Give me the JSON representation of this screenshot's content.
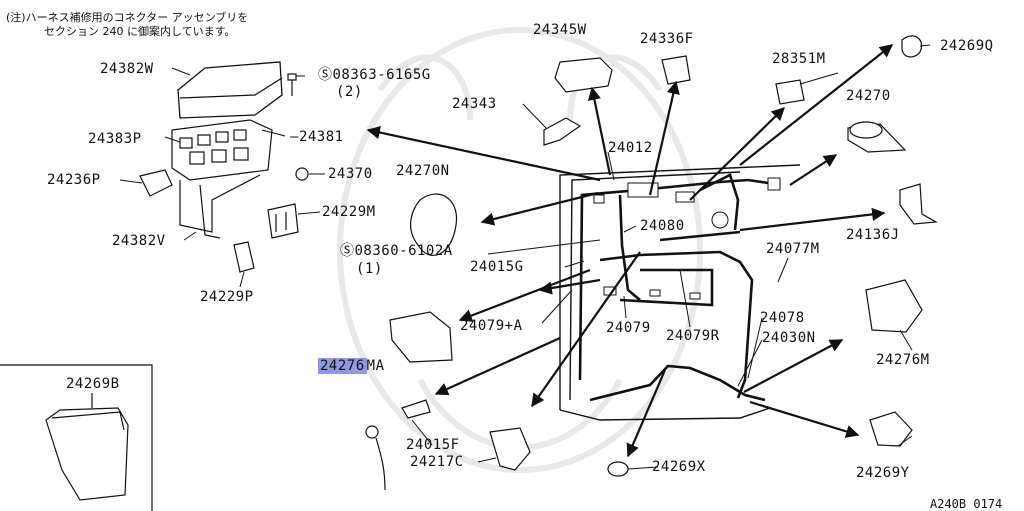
{
  "notes": {
    "line1": "(注)ハーネス補修用のコネクター アッセンブリを",
    "line2": "セクション 240 に御案内しています。"
  },
  "labels": {
    "p24382W": "24382W",
    "s08363": "08363-6165G",
    "s08363_qty": "(2)",
    "p24381": "24381",
    "p24383P": "24383P",
    "p24236P": "24236P",
    "p24370": "24370",
    "p24229M": "24229M",
    "p24382V": "24382V",
    "p24229P": "24229P",
    "p24345W": "24345W",
    "p24336F": "24336F",
    "p28351M": "28351M",
    "p24269Q": "24269Q",
    "p24343": "24343",
    "p24270": "24270",
    "p24012": "24012",
    "p24270N": "24270N",
    "p24080": "24080",
    "p24136J": "24136J",
    "p24077M": "24077M",
    "s08360": "08360-6102A",
    "s08360_qty": "(1)",
    "p24015G": "24015G",
    "p24079A": "24079+A",
    "p24079": "24079",
    "p24079R": "24079R",
    "p24078": "24078",
    "p24030N": "24030N",
    "p24276M": "24276M",
    "p24276MA_hl": "24276",
    "p24276MA_rest": "MA",
    "p24269B": "24269B",
    "p24015F": "24015F",
    "p24217C": "24217C",
    "p24269X": "24269X",
    "p24269Y": "24269Y"
  },
  "figure_code": "A240B 0174",
  "colors": {
    "ink": "#111111",
    "highlight": "#8f98e0",
    "watermark": "#e6e6e6"
  }
}
